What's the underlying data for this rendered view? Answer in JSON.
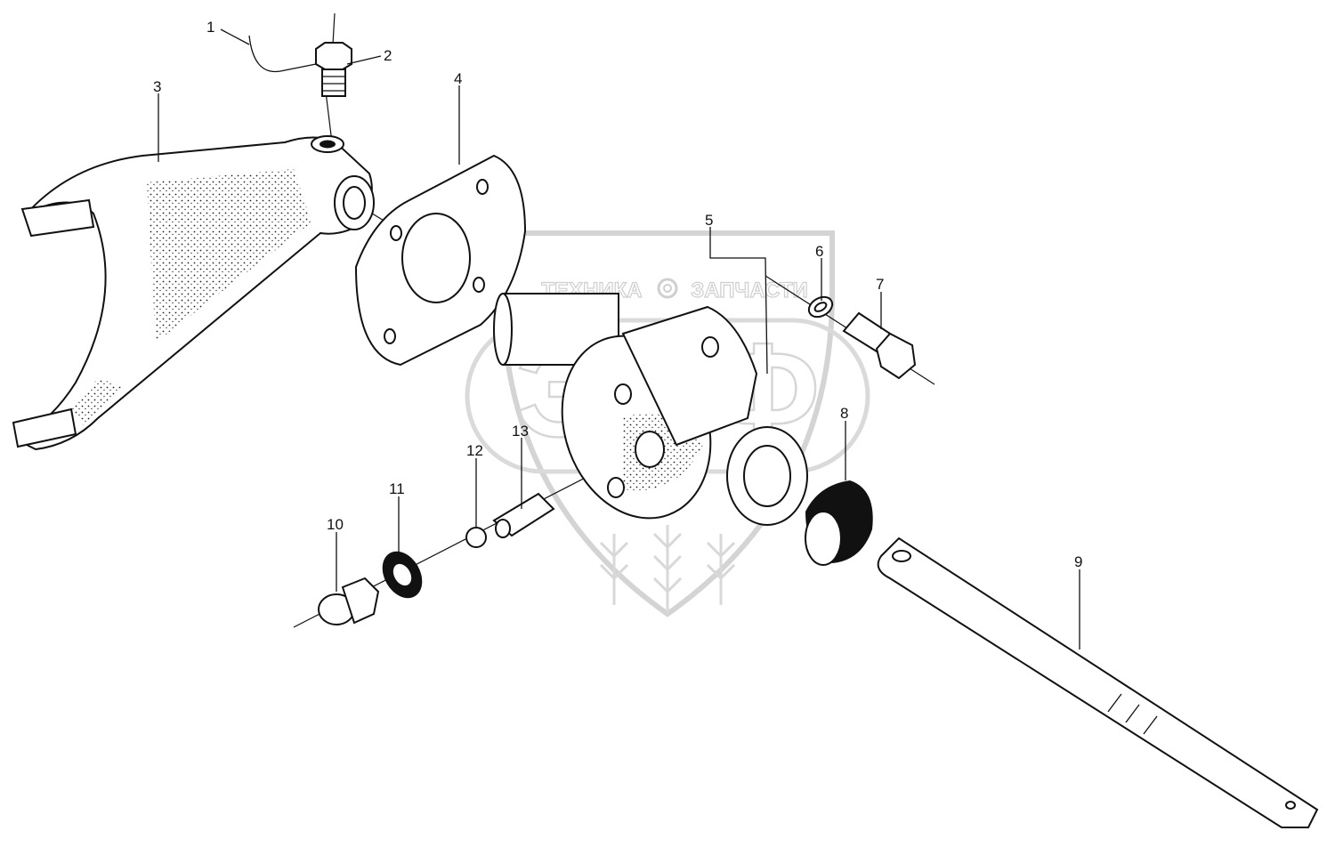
{
  "watermark": {
    "left_text": "ТЕХНИКА",
    "right_text": "ЗАПЧАСТИ",
    "logo_text": "ЭПФ",
    "gear_icon": "gear-icon",
    "color": "#d0d0d0"
  },
  "callouts": [
    "1",
    "2",
    "3",
    "4",
    "5",
    "6",
    "7",
    "8",
    "9",
    "10",
    "11",
    "12",
    "13"
  ]
}
